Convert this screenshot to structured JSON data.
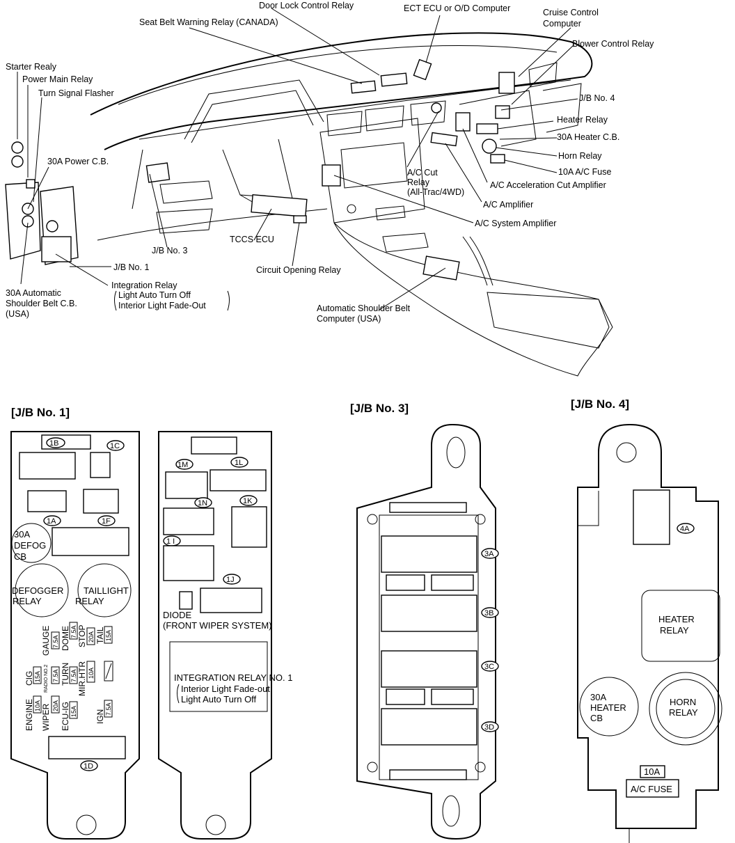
{
  "overview": {
    "labels": [
      "Door Lock Control Relay",
      "ECT ECU or O/D Computer",
      "Cruise Control",
      "Computer",
      "Seat Belt Warning Relay (CANADA)",
      "Blower Control Relay",
      "Starter Realy",
      "Power Main Relay",
      "Turn Signal Flasher",
      "J/B No. 4",
      "Heater Relay",
      "30A Heater C.B.",
      "Horn Relay",
      "10A A/C Fuse",
      "30A Power C.B.",
      "A/C Cut",
      "Relay",
      "(All-Trac/4WD)",
      "A/C Acceleration Cut Amplifier",
      "A/C Amplifier",
      "A/C System Amplifier",
      "TCCS ECU",
      "J/B No. 3",
      "J/B No. 1",
      "Circuit Opening Relay",
      "30A Automatic",
      "Shoulder Belt C.B.",
      "(USA)",
      "Integration Relay",
      "Light Auto Turn Off",
      "Interior Light Fade-Out",
      "Automatic Shoulder Belt",
      "Computer (USA)"
    ]
  },
  "jb1": {
    "title": "[J/B No. 1]",
    "connectors": [
      "1B",
      "1C",
      "1A",
      "1F",
      "1D"
    ],
    "cb_label": [
      "30A",
      "DEFOG",
      "CB"
    ],
    "defogger_relay": [
      "DEFOGGER",
      "RELAY"
    ],
    "taillight_relay": [
      "TAILLIGHT",
      "RELAY"
    ],
    "fuses": {
      "gauge": "GAUGE",
      "gauge_amp": "7.5A",
      "dome": "DOME",
      "dome_amp": "7.5A",
      "stop": "STOP",
      "stop_amp": "20A",
      "tail": "TAIL",
      "tail_amp": "15A",
      "cig": "CIG",
      "cig_amp": "15A",
      "radio": "RADIO NO.2",
      "radio_amp": "7.5A",
      "turn": "TURN",
      "turn_amp": "7.5A",
      "mirhtr": "MIR.HTR",
      "mirhtr_amp": "10A",
      "engine": "ENGINE",
      "engine_amp": "10A",
      "wiper": "WIPER",
      "wiper_amp": "20A",
      "ecuig": "ECU-IG",
      "ecuig_amp": "15A",
      "ign": "IGN",
      "ign_amp": "7.5A"
    }
  },
  "jb1_rear": {
    "connectors": [
      "1M",
      "1L",
      "1N",
      "1K",
      "1 I",
      "1J"
    ],
    "diode": [
      "DIODE",
      "(FRONT WIPER SYSTEM)"
    ],
    "integration": [
      "INTEGRATION RELAY NO. 1",
      "Interior Light Fade-out",
      "Light Auto Turn Off"
    ]
  },
  "jb3": {
    "title": "[J/B No. 3]",
    "connectors": [
      "3A",
      "3B",
      "3C",
      "3D"
    ]
  },
  "jb4": {
    "title": "[J/B No. 4]",
    "connector": "4A",
    "heater_relay": [
      "HEATER",
      "RELAY"
    ],
    "heater_cb": [
      "30A",
      "HEATER",
      "CB"
    ],
    "horn_relay": [
      "HORN",
      "RELAY"
    ],
    "fuse_amp": "10A",
    "fuse_label": "A/C FUSE"
  }
}
